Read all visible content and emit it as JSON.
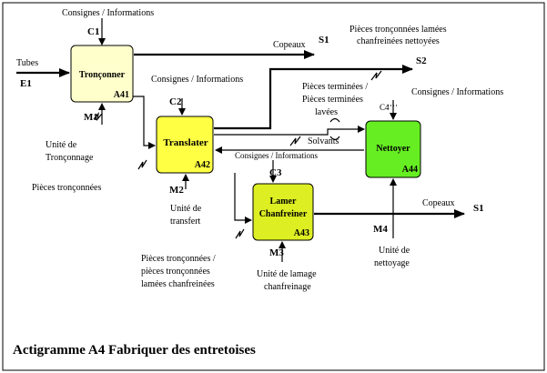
{
  "title": "Actigramme A4 Fabriquer des entretoises",
  "colors": {
    "box_light_yellow": "#ffffcc",
    "box_yellow": "#ffff44",
    "box_lime": "#ddee22",
    "box_green": "#66ee22"
  },
  "boxes": {
    "tronconner": {
      "label": "Tronçonner",
      "code": "A41"
    },
    "translater": {
      "label": "Translater",
      "code": "A42"
    },
    "lamer": {
      "label_line1": "Lamer",
      "label_line2": "Chanfreiner",
      "code": "A43"
    },
    "nettoyer": {
      "label": "Nettoyer",
      "code": "A44"
    }
  },
  "labels": {
    "c1": "C1",
    "c2": "C2",
    "c3": "C3",
    "c4": "C4",
    "consignes": "Consignes / Informations",
    "e1": "E1",
    "tubes": "Tubes",
    "m1": "M1",
    "m2": "M2",
    "m3": "M3",
    "m4": "M4",
    "s1": "S1",
    "s2": "S2",
    "copeaux": "Copeaux",
    "unite_troncon_1": "Unité de",
    "unite_troncon_2": "Tronçonnage",
    "pieces_tronconnees": "Pièces tronçonnées",
    "unite_transfert_1": "Unité de",
    "unite_transfert_2": "transfert",
    "unite_lamage_1": "Unité de lamage",
    "unite_lamage_2": "chanfreinage",
    "unite_nettoyage_1": "Unité de",
    "unite_nettoyage_2": "nettoyage",
    "pieces_lamees_1": "Pièces tronçonnées lamées",
    "pieces_lamees_2": "chanfreinées nettoyées",
    "pieces_terminees_1": "Pièces terminées /",
    "pieces_terminees_2": "Pièces terminées",
    "pieces_terminees_3": "lavées",
    "solvants": "Solvants",
    "pieces_pieces_1": "Pièces tronçonnées /",
    "pieces_pieces_2": "pièces tronçonnées",
    "pieces_pieces_3": "lamées chanfreinées"
  }
}
